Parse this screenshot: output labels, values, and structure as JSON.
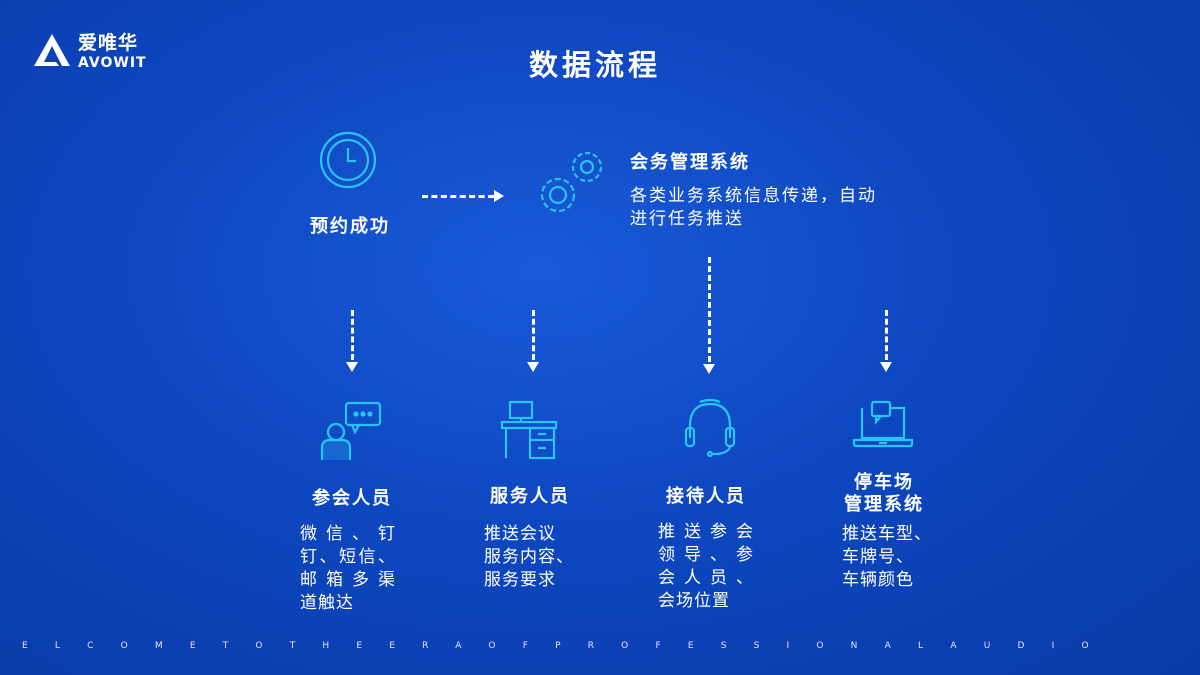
{
  "logo": {
    "cn": "爱唯华",
    "en": "AVOWIT"
  },
  "title": "数据流程",
  "start": {
    "label": "预约成功"
  },
  "system": {
    "title": "会务管理系统",
    "desc_lines": [
      "各类业务系统信息传递，自动",
      "进行任务推送"
    ]
  },
  "columns": [
    {
      "label_lines": [
        "参会人员"
      ],
      "desc_lines": [
        "微信、钉",
        "钉、短信、",
        "邮箱多渠",
        "道触达"
      ]
    },
    {
      "label_lines": [
        "服务人员"
      ],
      "desc_lines": [
        "推送会议",
        "服务内容、",
        "服务要求"
      ]
    },
    {
      "label_lines": [
        "接待人员"
      ],
      "desc_lines": [
        "推送参会",
        "领导、参",
        "会人员、",
        "会场位置"
      ]
    },
    {
      "label_lines": [
        "停车场",
        "管理系统"
      ],
      "desc_lines": [
        "推送车型、",
        "车牌号、",
        "车辆颜色"
      ]
    }
  ],
  "footer": "ELCOMETOTHEERAOFPROFESSIONALAUDIO",
  "colors": {
    "accent": "#29c4f2",
    "bg": "#0d47c0"
  }
}
